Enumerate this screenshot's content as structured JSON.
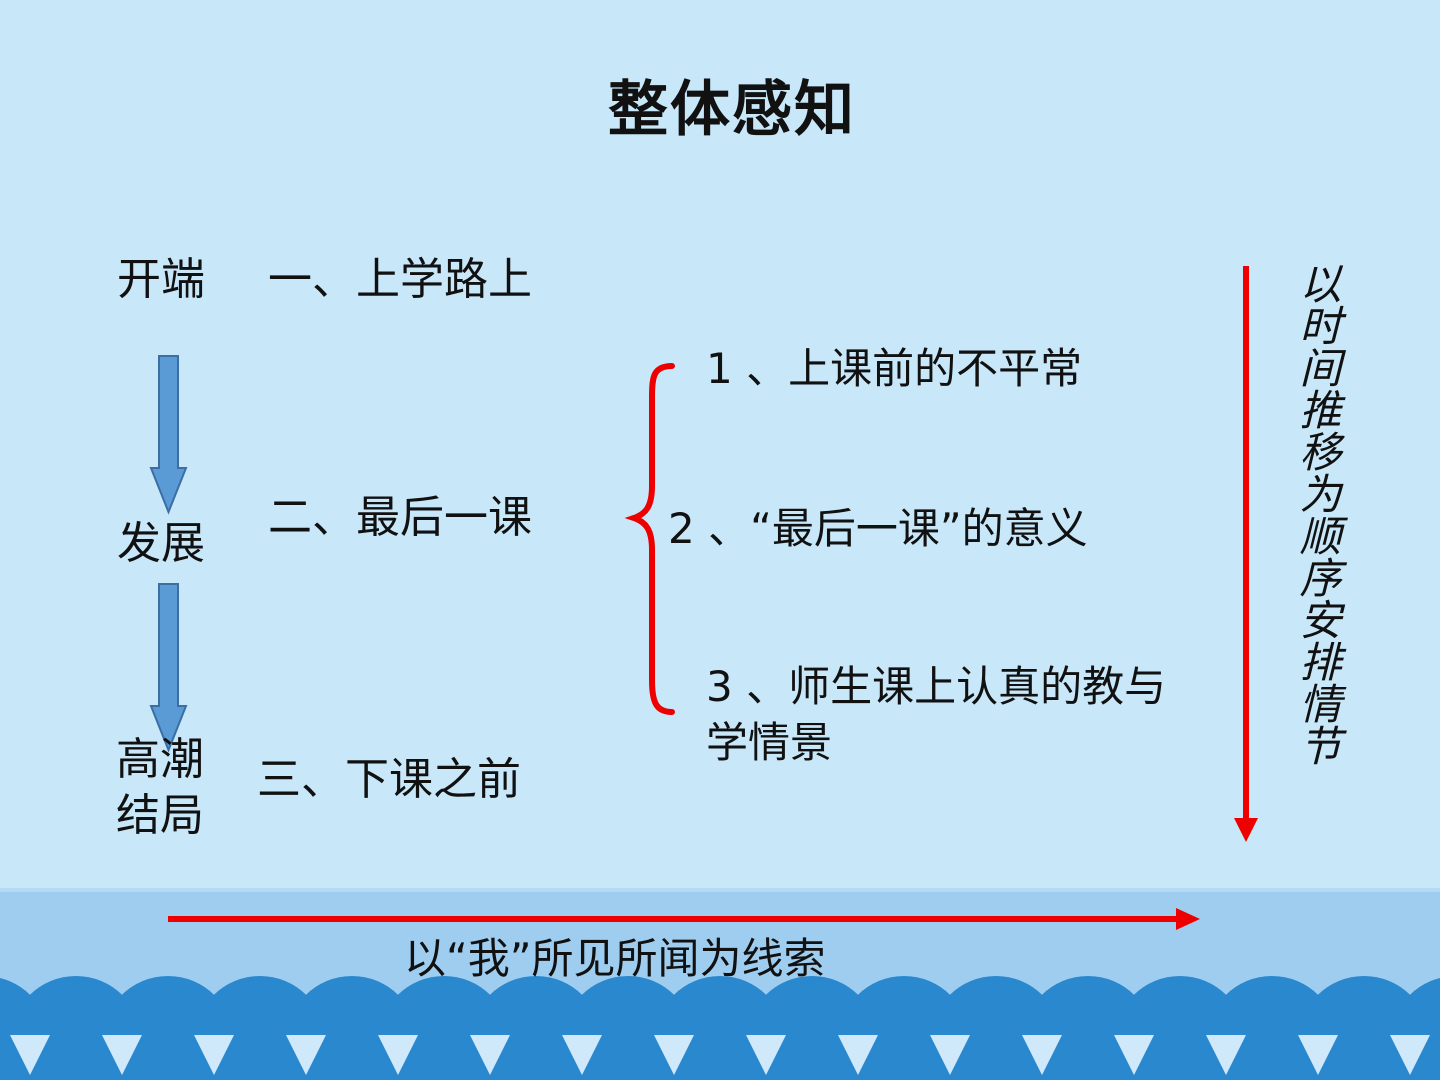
{
  "title": "整体感知",
  "stages": {
    "opening": "开端",
    "development": "发展",
    "climax": "高潮",
    "ending": "结局"
  },
  "sections": {
    "one": "一、上学路上",
    "two": "二、最后一课",
    "three": "三、下课之前"
  },
  "subsections": {
    "one": "1 、上课前的不平常",
    "two": "2 、“最后一课”的意义",
    "three_line1": "3 、师生课上认真的教与",
    "three_line2": "学情景"
  },
  "vertical_note": "以时间推移为顺序安排情节",
  "bottom_note": "以“我”所见所闻为线索",
  "colors": {
    "background": "#c8e8fa",
    "footer_band": "#9fcdf0",
    "wave": "#2a88cf",
    "arrow_blue": "#5b9bd5",
    "arrow_red": "#ee0000"
  }
}
